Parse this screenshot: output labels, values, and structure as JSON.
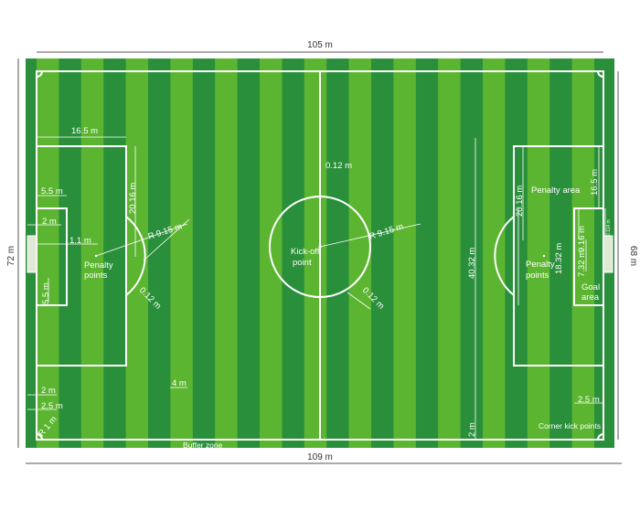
{
  "colors": {
    "light_stripe": "#5cb531",
    "dark_stripe": "#2a8f3b",
    "lines": "#ffffff",
    "dimension": "#555555"
  },
  "dimensions": {
    "top_length": "105 m",
    "bottom_length": "109 m",
    "left_width": "72 m",
    "right_width": "68 m",
    "penalty_depth": "16.5 m",
    "penalty_arc_offset": "20.16 m",
    "goal_area_depth": "5.5 m",
    "goal_depth": "2 m",
    "penalty_spot_distance": "1.1 m",
    "penalty_radius": "R 9.15 m",
    "line_width_penalty": "0.12 m",
    "goal_area_side": "5.5 m",
    "center_line_width": "0.12 m",
    "center_radius": "R 9.15 m",
    "center_line_width_2": "0.12 m",
    "stripe_width": "4 m",
    "buffer_2m": "2 m",
    "buffer_2_5m": "2.5 m",
    "corner_radius": "R 1 m",
    "right_2_5m": "2.5 m",
    "right_2m": "2 m",
    "penalty_width": "40.32 m",
    "right_20_16": "20.16 m",
    "goal_area_width": "18.32 m",
    "goal_area_offset": "9.16 m",
    "goal_width": "7.32 m",
    "right_16_5": "16.5 m",
    "goal_post": "0.114 m"
  },
  "labels": {
    "penalty_points_left": [
      "Penalty",
      "points"
    ],
    "kick_off": [
      "Kick-off",
      "point"
    ],
    "penalty_area": "Penalty area",
    "penalty_points_right": [
      "Penalty",
      "points"
    ],
    "goal_area": [
      "Goal",
      "area"
    ],
    "corner_kick_points": "Corner kick points",
    "buffer_zone": "Buffer zone"
  }
}
